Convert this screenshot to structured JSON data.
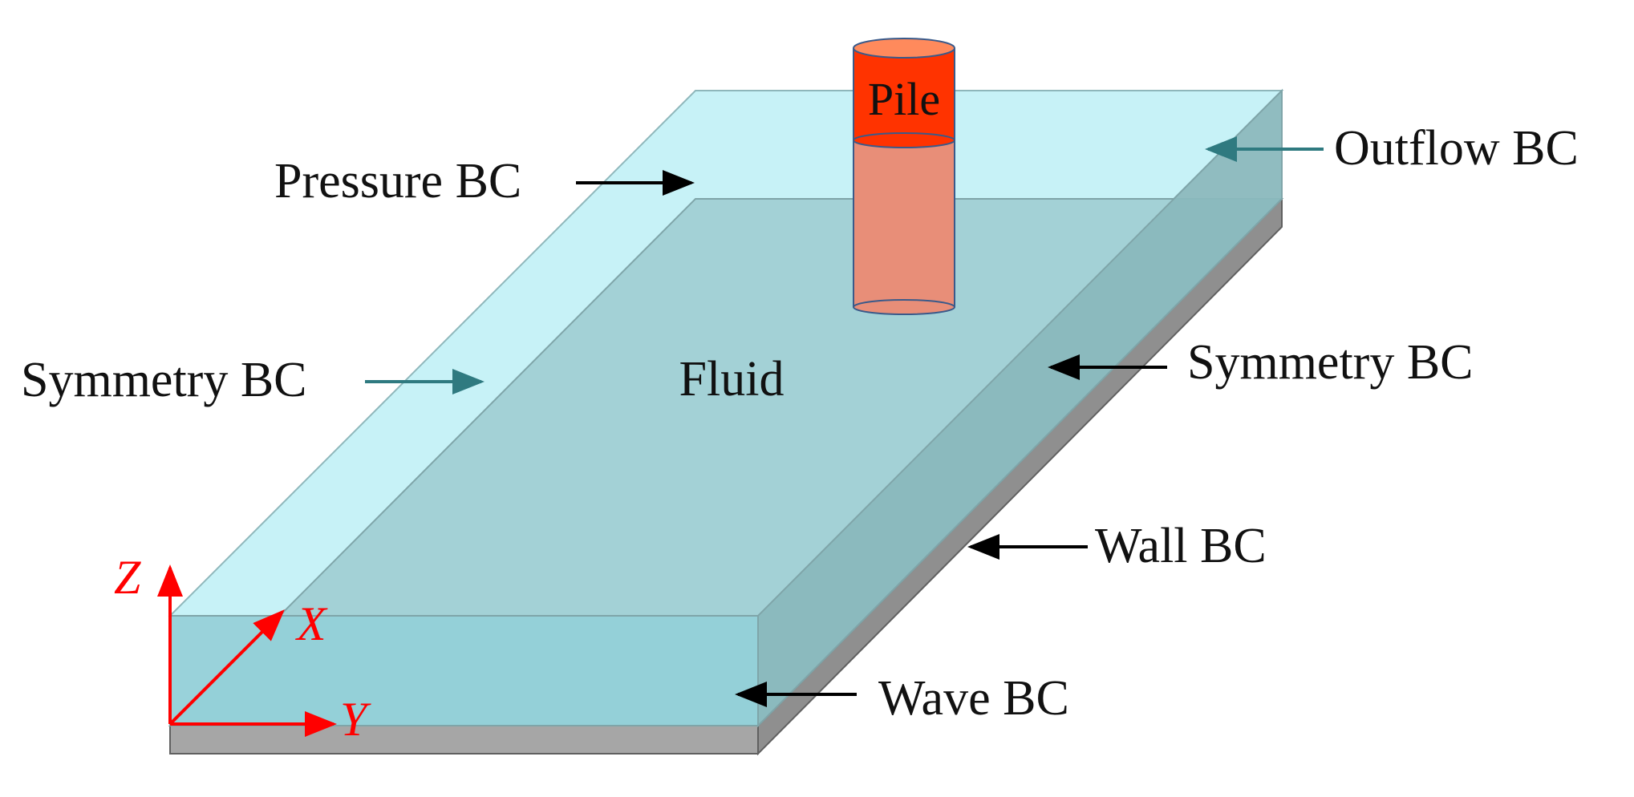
{
  "diagram": {
    "labels": {
      "pile": "Pile",
      "fluid": "Fluid",
      "pressure_bc": "Pressure BC",
      "outflow_bc": "Outflow BC",
      "symmetry_bc_left": "Symmetry BC",
      "symmetry_bc_right": "Symmetry BC",
      "wall_bc": "Wall BC",
      "wave_bc": "Wave BC"
    },
    "axes": {
      "z": "Z",
      "x": "X",
      "y": "Y"
    },
    "colors": {
      "water_top": "#c7f2f7",
      "water_front": "#93d0d8",
      "water_side": "#8ab8bd",
      "water_inner_top": "#a3d1d6",
      "seabed": "#a6a6a6",
      "pile_cap": "#ff3300",
      "pile_body": "#e88e78",
      "pile_top": "#ff8a5c",
      "axis": "#ff0000",
      "arrow": "#000000",
      "arrow_teal": "#2f7a80"
    }
  }
}
